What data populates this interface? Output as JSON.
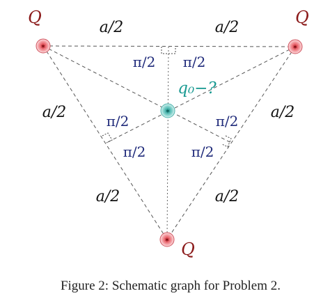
{
  "diagram": {
    "charges": [
      {
        "label": "Q"
      },
      {
        "label": "Q"
      },
      {
        "label": "Q"
      }
    ],
    "center_label": "q₀−?",
    "half_side_label": "a/2",
    "angle_label": "π/2",
    "colors": {
      "charge": "#c21e2a",
      "charge_label": "#8b1a1a",
      "center": "#1a9a92",
      "angle": "#1f2a7a",
      "lines": "#555555"
    }
  },
  "caption": "Figure 2: Schematic graph for Problem 2."
}
